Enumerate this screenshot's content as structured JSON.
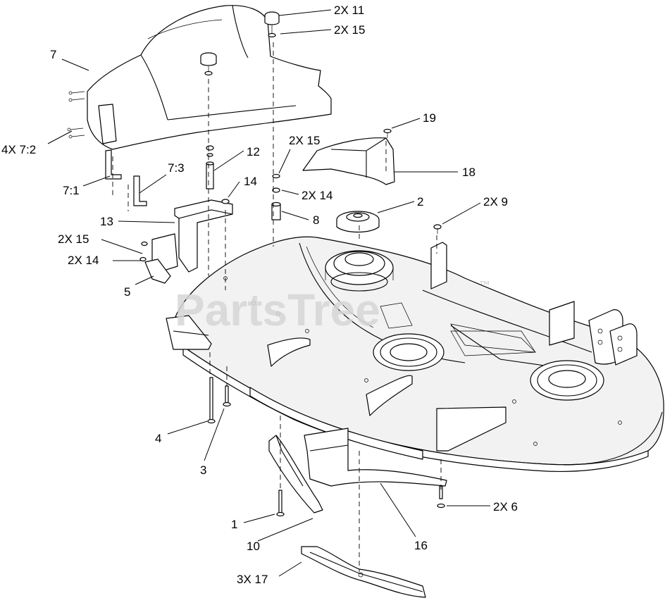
{
  "watermark": {
    "text": "PartsTree",
    "mark": "™"
  },
  "callouts": [
    "7",
    "4X 7:2",
    "7:1",
    "7:3",
    "2X 11",
    "2X 15",
    "19",
    "12",
    "2X 15",
    "18",
    "14",
    "2X 14",
    "2",
    "2X 9",
    "13",
    "8",
    "2X 15",
    "2X 14",
    "5",
    "4",
    "3",
    "2X 6",
    "1",
    "10",
    "16",
    "3X 17"
  ]
}
